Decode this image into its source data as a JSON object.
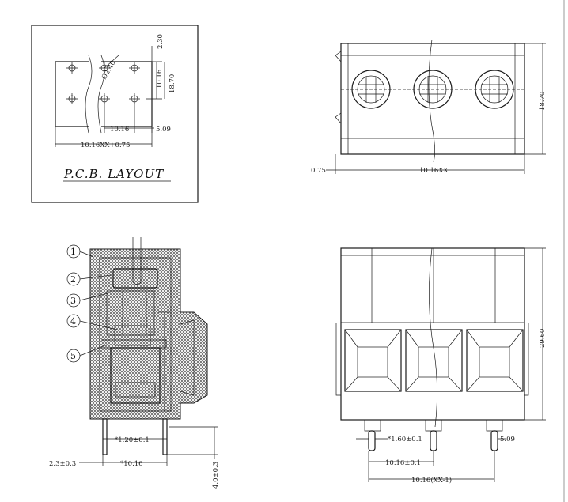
{
  "pcb_layout": {
    "title": "P.C.B. LAYOUT",
    "dims": {
      "hole_dia": "Ø2.40",
      "pitch": "10.16",
      "pin_row": "10.16",
      "height": "18.70",
      "top": "2.30",
      "edge": "5.09",
      "total": "10.16XX+0.75"
    }
  },
  "top_view": {
    "height": "18.70",
    "offset": "0.75",
    "width": "10.16XX"
  },
  "side_view": {
    "callouts": [
      "1",
      "2",
      "3",
      "4",
      "5"
    ],
    "dims": {
      "pin_width": "*1.20±0.1",
      "pin_pitch": "*10.16",
      "offset": "2.3±0.3",
      "pin_length": "4.0±0.3"
    }
  },
  "front_view": {
    "height": "29.60",
    "pin_width": "*1.60±0.1",
    "pitch": "10.16±0.1",
    "edge": "5.09",
    "total": "10.16(XX-1)"
  }
}
